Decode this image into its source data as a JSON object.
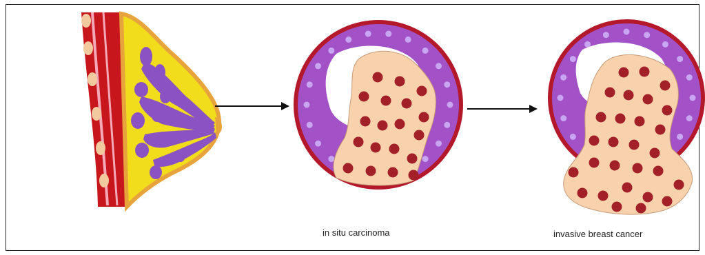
{
  "captions": {
    "in_situ": "in situ carcinoma",
    "invasive": "invasive breast cancer"
  },
  "colors": {
    "frame": "#222222",
    "skin_red": "#c8161d",
    "skin_pink": "#f4a9b8",
    "fat_yellow": "#f2dd1c",
    "breast_outline": "#e8a43c",
    "lobule_purple": "#8a52c2",
    "duct_wall_purple": "#a251c6",
    "duct_rim": "#b3182b",
    "tumor_cell": "#f7d2ad",
    "nucleus": "#a32028",
    "arrow": "#111111"
  },
  "icons": {
    "breast": "breast-cross-section-illustration",
    "duct_in_situ": "duct-in-situ-illustration",
    "duct_invasive": "duct-invasive-illustration",
    "arrow": "arrow-right-icon"
  }
}
